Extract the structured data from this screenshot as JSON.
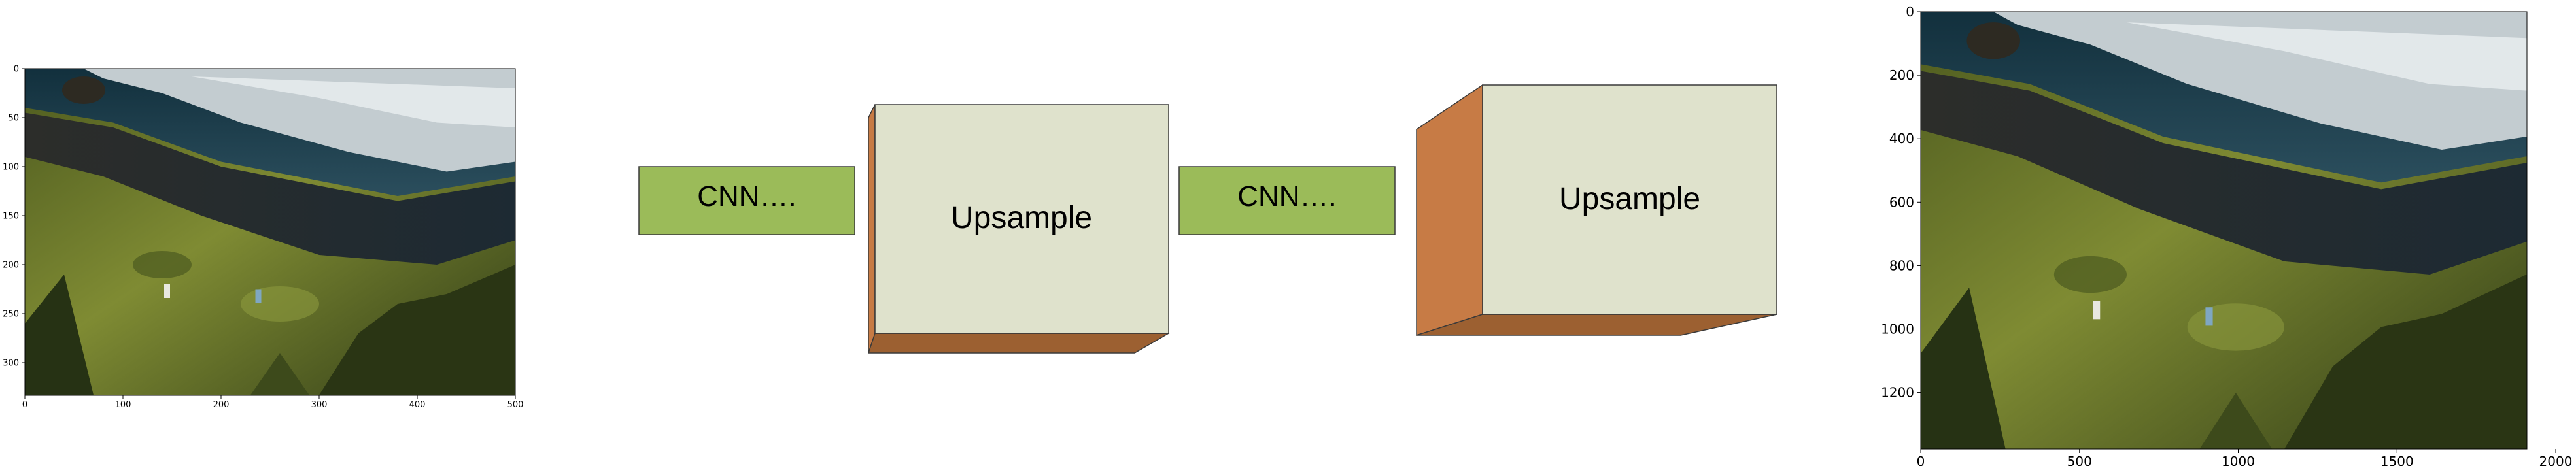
{
  "input_image": {
    "x_ticks": [
      "0",
      "100",
      "200",
      "300",
      "400",
      "500"
    ],
    "y_ticks": [
      "0",
      "50",
      "100",
      "150",
      "200",
      "250",
      "300"
    ]
  },
  "output_image": {
    "x_ticks": [
      "0",
      "500",
      "1000",
      "1500",
      "2000"
    ],
    "y_ticks": [
      "0",
      "200",
      "400",
      "600",
      "800",
      "1000",
      "1200"
    ]
  },
  "blocks": {
    "cnn_1": "CNN….",
    "upsample_1": "Upsample",
    "cnn_2": "CNN….",
    "upsample_2": "Upsample"
  },
  "colors": {
    "cnn_fill": "#9bbb59",
    "box_front": "#dfe2cc",
    "box_side": "#c77b45",
    "box_bottom": "#9c6031",
    "sky_sea": "#1f3a48",
    "surf": "#c9d2d6",
    "beach": "#2a3137",
    "grass": "#6d7a2c",
    "grass_dark": "#334018"
  }
}
